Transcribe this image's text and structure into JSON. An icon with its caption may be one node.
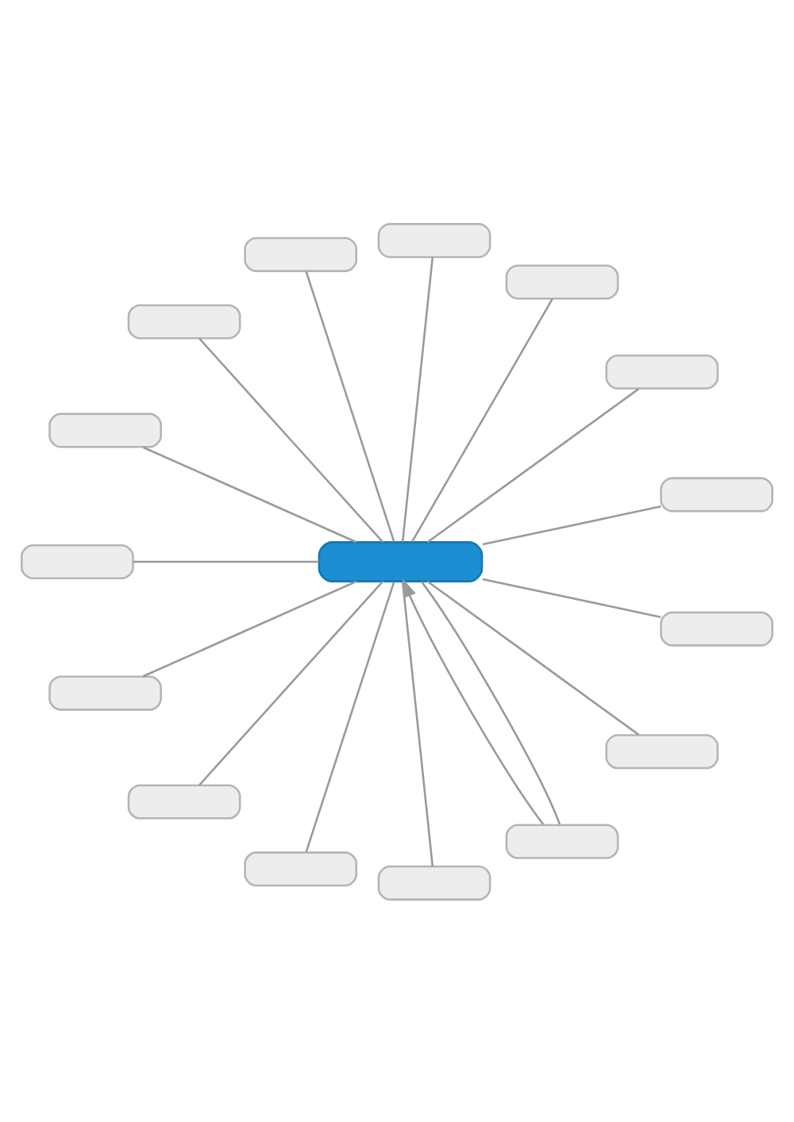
{
  "diagram": {
    "nodes": [
      {
        "text": [],
        "shape": "box"
      },
      {
        "text": [],
        "shape": "box"
      },
      {
        "text": [],
        "shape": "box"
      },
      {
        "text": [],
        "shape": "box"
      },
      {
        "text": [],
        "shape": "box"
      },
      {
        "text": [],
        "shape": "box"
      },
      {
        "text": [],
        "shape": "box"
      },
      {
        "text": [],
        "shape": "box"
      },
      {
        "text": [],
        "shape": "box"
      },
      {
        "text": [],
        "shape": "box"
      },
      {
        "text": [],
        "shape": "box"
      },
      {
        "text": [],
        "shape": "box"
      },
      {
        "text": [],
        "shape": "box"
      },
      {
        "text": [],
        "shape": "box"
      },
      {
        "text": [],
        "shape": "box"
      },
      {
        "text": [],
        "shape": "box"
      }
    ],
    "edges": [
      {
        "from": 0,
        "to": 1,
        "arrow": "none"
      },
      {
        "from": 0,
        "to": 2,
        "arrow": "none"
      },
      {
        "from": 0,
        "to": 3,
        "arrow": "none"
      },
      {
        "from": 0,
        "to": 4,
        "arrow": "none"
      },
      {
        "from": 0,
        "to": 5,
        "arrow": "none"
      },
      {
        "from": 0,
        "to": 6,
        "arrow": "none"
      },
      {
        "from": 0,
        "to": 7,
        "arrow": "none"
      },
      {
        "from": 0,
        "to": 8,
        "arrow": "none"
      },
      {
        "from": 0,
        "to": 9,
        "arrow": "none"
      },
      {
        "from": 0,
        "to": 10,
        "arrow": "none"
      },
      {
        "from": 0,
        "to": 11,
        "arrow": "none"
      },
      {
        "from": 0,
        "to": 12,
        "arrow": "none"
      },
      {
        "from": 0,
        "to": 13,
        "arrow": "none"
      },
      {
        "from": 0,
        "to": 14,
        "arrow": "none"
      },
      {
        "from": 0,
        "to": 15,
        "arrow": "none"
      },
      {
        "from": 13,
        "to": 0,
        "arrow": "to"
      }
    ]
  }
}
